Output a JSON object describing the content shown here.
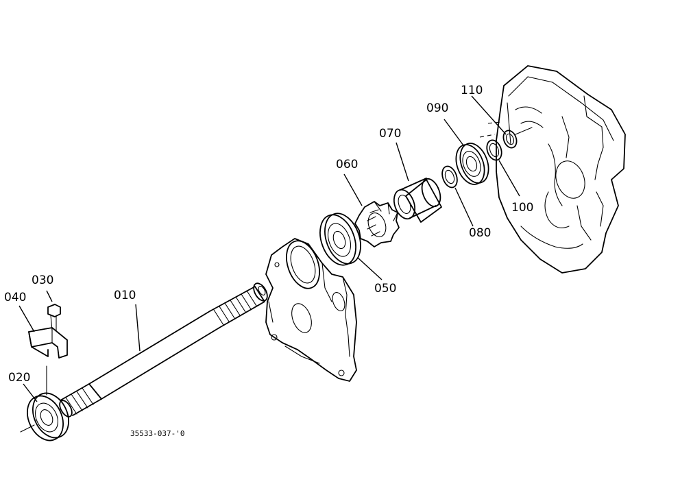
{
  "diagram": {
    "drawing_code": "35533-037-'0",
    "parts": [
      {
        "id": "p010",
        "label": "010"
      },
      {
        "id": "p020",
        "label": "020"
      },
      {
        "id": "p030",
        "label": "030"
      },
      {
        "id": "p040",
        "label": "040"
      },
      {
        "id": "p050",
        "label": "050"
      },
      {
        "id": "p060",
        "label": "060"
      },
      {
        "id": "p070",
        "label": "070"
      },
      {
        "id": "p080",
        "label": "080"
      },
      {
        "id": "p090",
        "label": "090"
      },
      {
        "id": "p100",
        "label": "100"
      },
      {
        "id": "p110",
        "label": "110"
      }
    ]
  }
}
